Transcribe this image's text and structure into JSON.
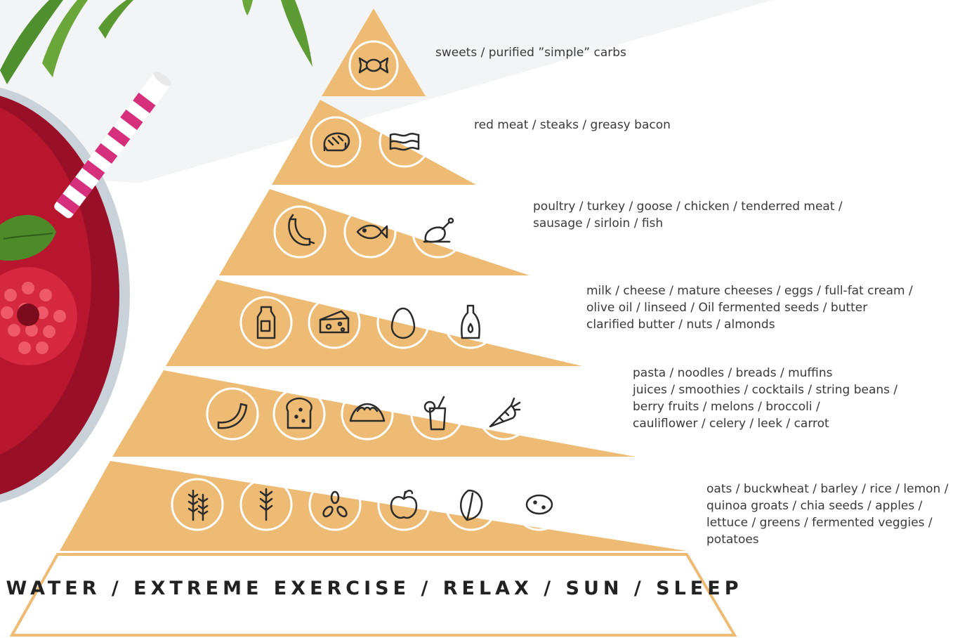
{
  "colors": {
    "tier_fill": "#EEBB74",
    "tier_divider": "#ffffff",
    "base_fill": "#ffffff",
    "base_outline": "#EEBB74",
    "icon_stroke": "#2b2b2b",
    "label_text": "#3a3a3a",
    "smoothie": "#a0102a",
    "straw_stripe": "#d6307c",
    "leaf": "#4c8a2a"
  },
  "tiers": [
    {
      "label_lines": [
        "sweets / purified ”simple” carbs"
      ],
      "icons": [
        "candy-icon"
      ]
    },
    {
      "label_lines": [
        "red meat / steaks / greasy bacon"
      ],
      "icons": [
        "steak-icon",
        "bacon-icon"
      ]
    },
    {
      "label_lines": [
        "poultry / turkey / goose / chicken / tenderred meat /",
        "sausage / sirloin / fish"
      ],
      "icons": [
        "sausage-icon",
        "fish-icon",
        "chicken-leg-icon"
      ]
    },
    {
      "label_lines": [
        "milk / cheese / mature cheeses / eggs / full-fat cream /",
        "olive oil / linseed / Oil fermented seeds / butter",
        "clarified butter / nuts / almonds"
      ],
      "icons": [
        "milk-bottle-icon",
        "cheese-icon",
        "egg-icon",
        "oil-bottle-icon"
      ]
    },
    {
      "label_lines": [
        "pasta / noodles / breads / muffins",
        "juices / smoothies / cocktails / string beans /",
        "berry fruits / melons / broccoli /",
        "cauliflower / celery / leek / carrot"
      ],
      "icons": [
        "pasta-icon",
        "bread-icon",
        "dumpling-icon",
        "juice-glass-icon",
        "carrot-icon"
      ]
    },
    {
      "label_lines": [
        "oats / buckwheat / barley / rice / lemon /",
        "quinoa groats / chia seeds / apples /",
        "lettuce / greens / fermented veggies /",
        "potatoes"
      ],
      "icons": [
        "wheat-double-icon",
        "wheat-icon",
        "seeds-icon",
        "apple-icon",
        "lettuce-icon",
        "potato-icon"
      ]
    }
  ],
  "base": {
    "label": "WATER / EXTREME EXERCISE / RELAX / SUN / SLEEP"
  }
}
